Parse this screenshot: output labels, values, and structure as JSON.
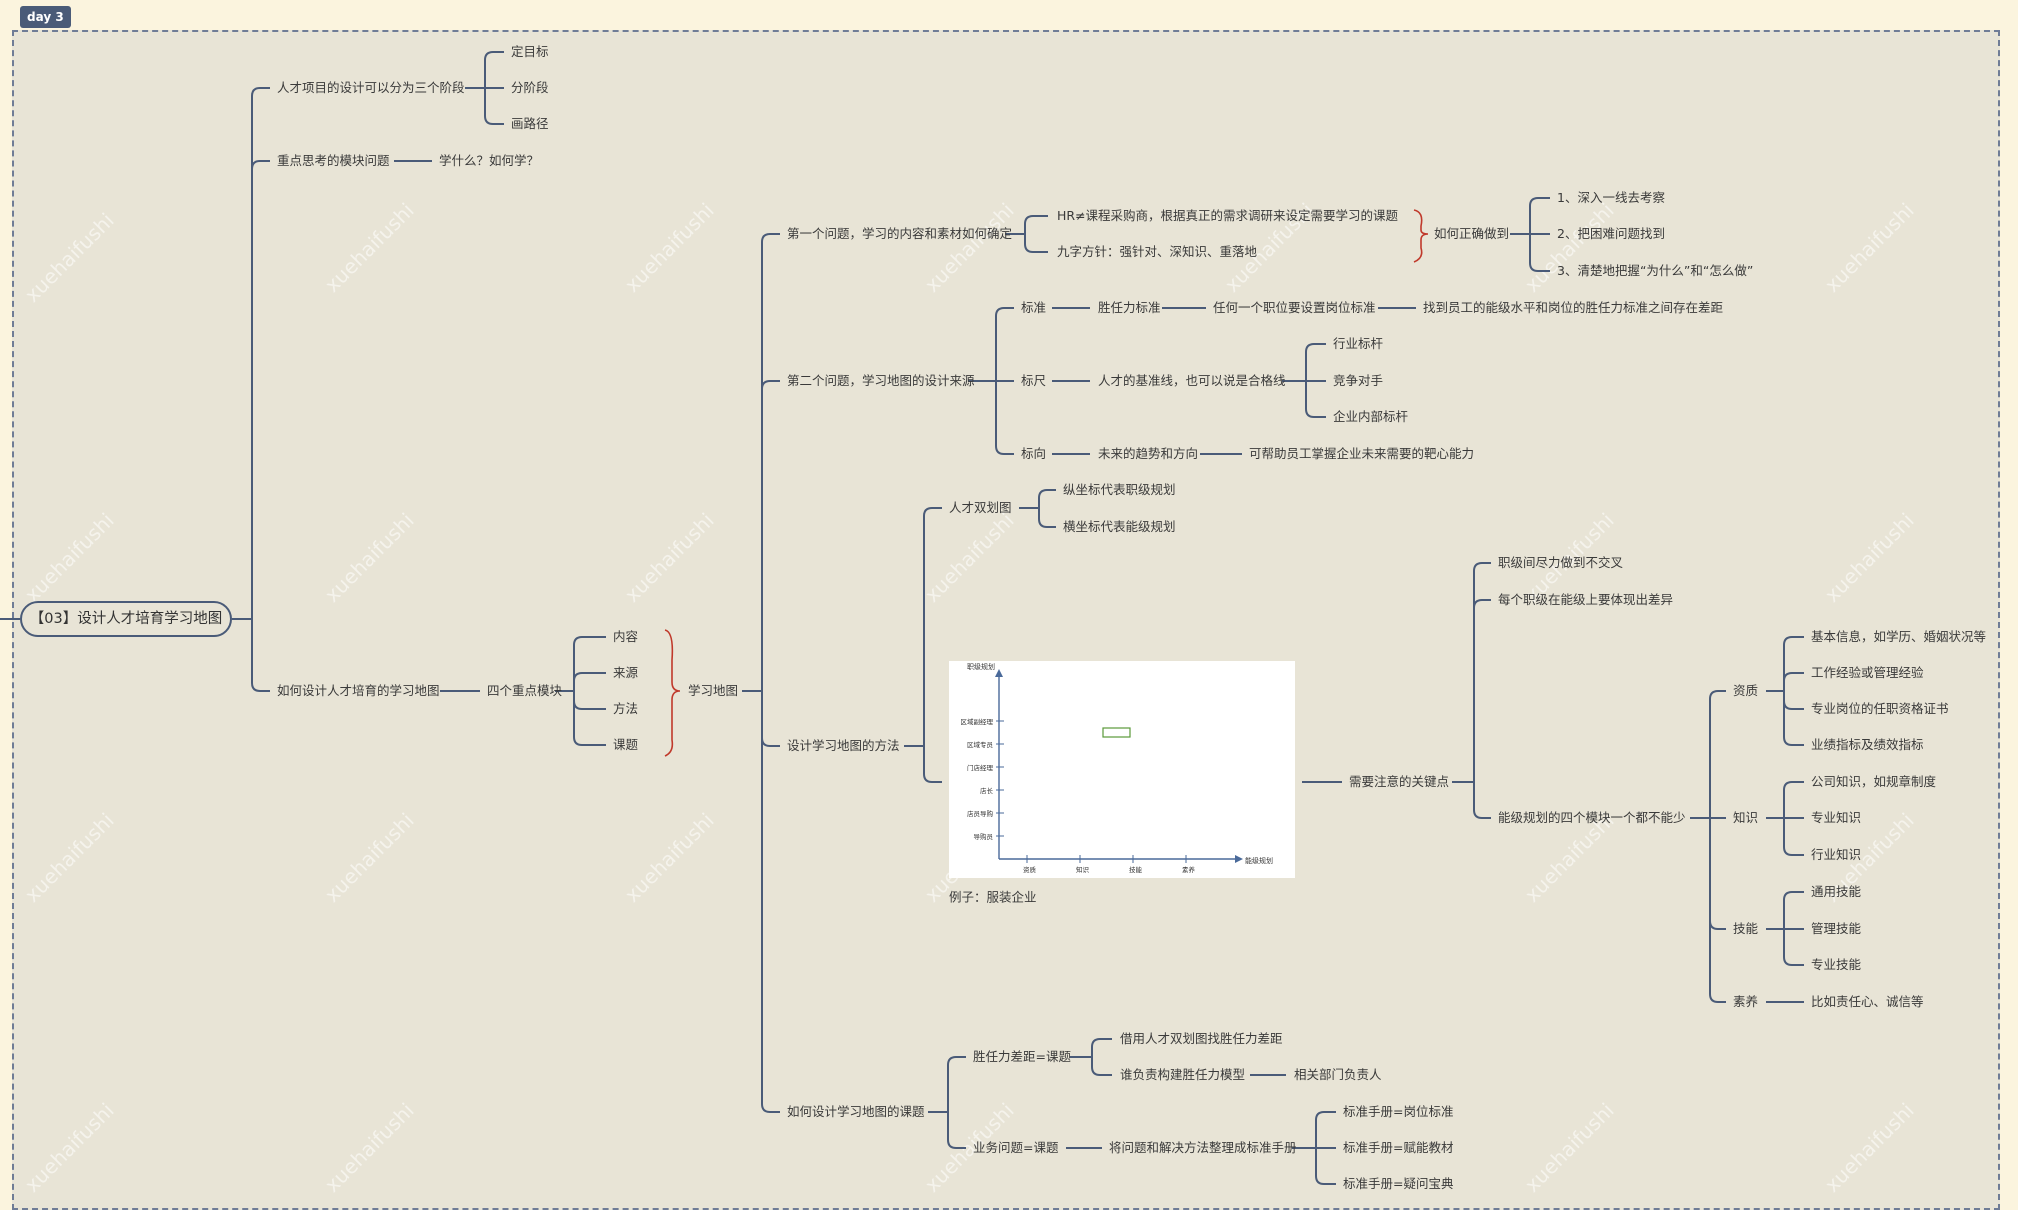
{
  "tag": "day 3",
  "root": "【03】设计人才培育学习地图",
  "watermark": "xuehaifushi",
  "nodes": {
    "n1": "人才项目的设计可以分为三个阶段",
    "n1a": "定目标",
    "n1b": "分阶段",
    "n1c": "画路径",
    "n2": "重点思考的模块问题",
    "n2a": "学什么？如何学？",
    "n3": "如何设计人才培育的学习地图",
    "n3a": "四个重点模块",
    "m1": "内容",
    "m2": "来源",
    "m3": "方法",
    "m4": "课题",
    "map": "学习地图",
    "q1": "第一个问题，学习的内容和素材如何确定",
    "q1a": "HR≠课程采购商，根据真正的需求调研来设定需要学习的课题",
    "q1b": "九字方针：强针对、深知识、重落地",
    "q1c": "如何正确做到",
    "q1c1": "1、深入一线去考察",
    "q1c2": "2、把困难问题找到",
    "q1c3": "3、清楚地把握“为什么”和“怎么做”",
    "q2": "第二个问题，学习地图的设计来源",
    "s1": "标准",
    "s1a": "胜任力标准",
    "s1b": "任何一个职位要设置岗位标准",
    "s1c": "找到员工的能级水平和岗位的胜任力标准之间存在差距",
    "s2": "标尺",
    "s2a": "人才的基准线，也可以说是合格线",
    "s2b1": "行业标杆",
    "s2b2": "竞争对手",
    "s2b3": "企业内部标杆",
    "s3": "标向",
    "s3a": "未来的趋势和方向",
    "s3b": "可帮助员工掌握企业未来需要的靶心能力",
    "q3": "设计学习地图的方法",
    "d1": "人才双划图",
    "d1a": "纵坐标代表职级规划",
    "d1b": "横坐标代表能级规划",
    "caption": "例子：服装企业",
    "kp": "需要注意的关键点",
    "kp1": "职级间尽力做到不交叉",
    "kp2": "每个职级在能级上要体现出差异",
    "kp3": "能级规划的四个模块一个都不能少",
    "z1": "资质",
    "z1a": "基本信息，如学历、婚姻状况等",
    "z1b": "工作经验或管理经验",
    "z1c": "专业岗位的任职资格证书",
    "z1d": "业绩指标及绩效指标",
    "z2": "知识",
    "z2a": "公司知识，如规章制度",
    "z2b": "专业知识",
    "z2c": "行业知识",
    "z3": "技能",
    "z3a": "通用技能",
    "z3b": "管理技能",
    "z3c": "专业技能",
    "z4": "素养",
    "z4a": "比如责任心、诚信等",
    "q4": "如何设计学习地图的课题",
    "t1": "胜任力差距=课题",
    "t1a": "借用人才双划图找胜任力差距",
    "t1b": "谁负责构建胜任力模型",
    "t1c": "相关部门负责人",
    "t2": "业务问题=课题",
    "t2a": "将问题和解决方法整理成标准手册",
    "t2b1": "标准手册=岗位标准",
    "t2b2": "标准手册=赋能教材",
    "t2b3": "标准手册=疑问宝典"
  },
  "chart": {
    "y_title": "职级规划",
    "x_title": "能级规划",
    "y_ticks": [
      "区域副经理",
      "区域专员",
      "门店经理",
      "店长",
      "店员导购",
      "导购员"
    ],
    "x_ticks": [
      "资质",
      "知识",
      "技能",
      "素养"
    ]
  }
}
